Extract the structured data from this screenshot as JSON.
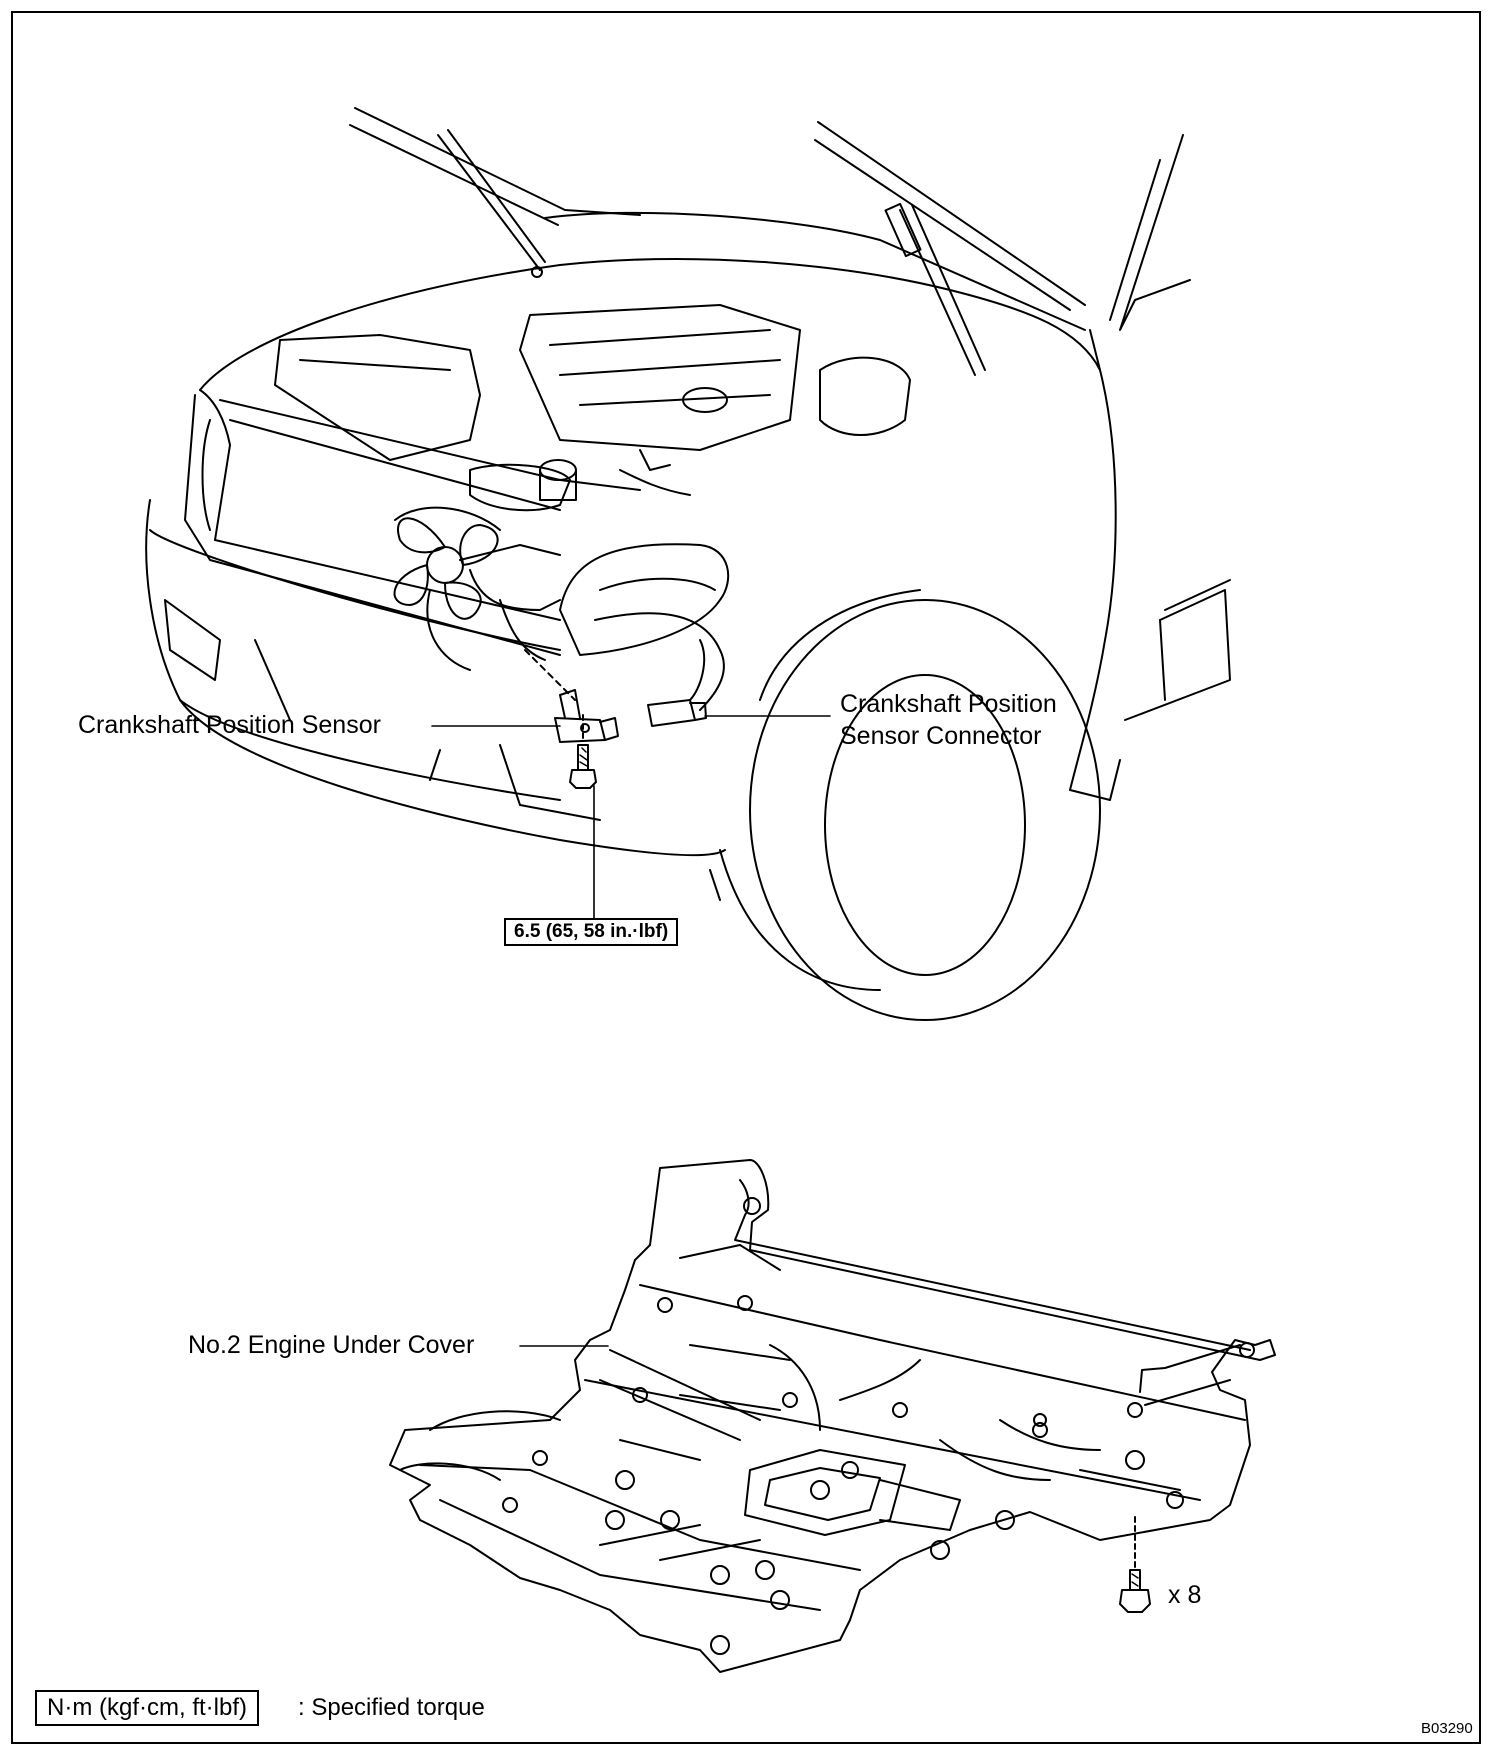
{
  "labels": {
    "crankshaft_sensor": "Crankshaft Position Sensor",
    "crankshaft_connector_line1": "Crankshaft Position",
    "crankshaft_connector_line2": "Sensor Connector",
    "under_cover": "No.2 Engine Under Cover",
    "bolt_count": "x 8"
  },
  "torque": {
    "value": "6.5 (65, 58 in.·lbf)"
  },
  "legend": {
    "box": "N·m (kgf·cm, ft·lbf)",
    "text": ": Specified torque"
  },
  "figure_code": "B03290"
}
